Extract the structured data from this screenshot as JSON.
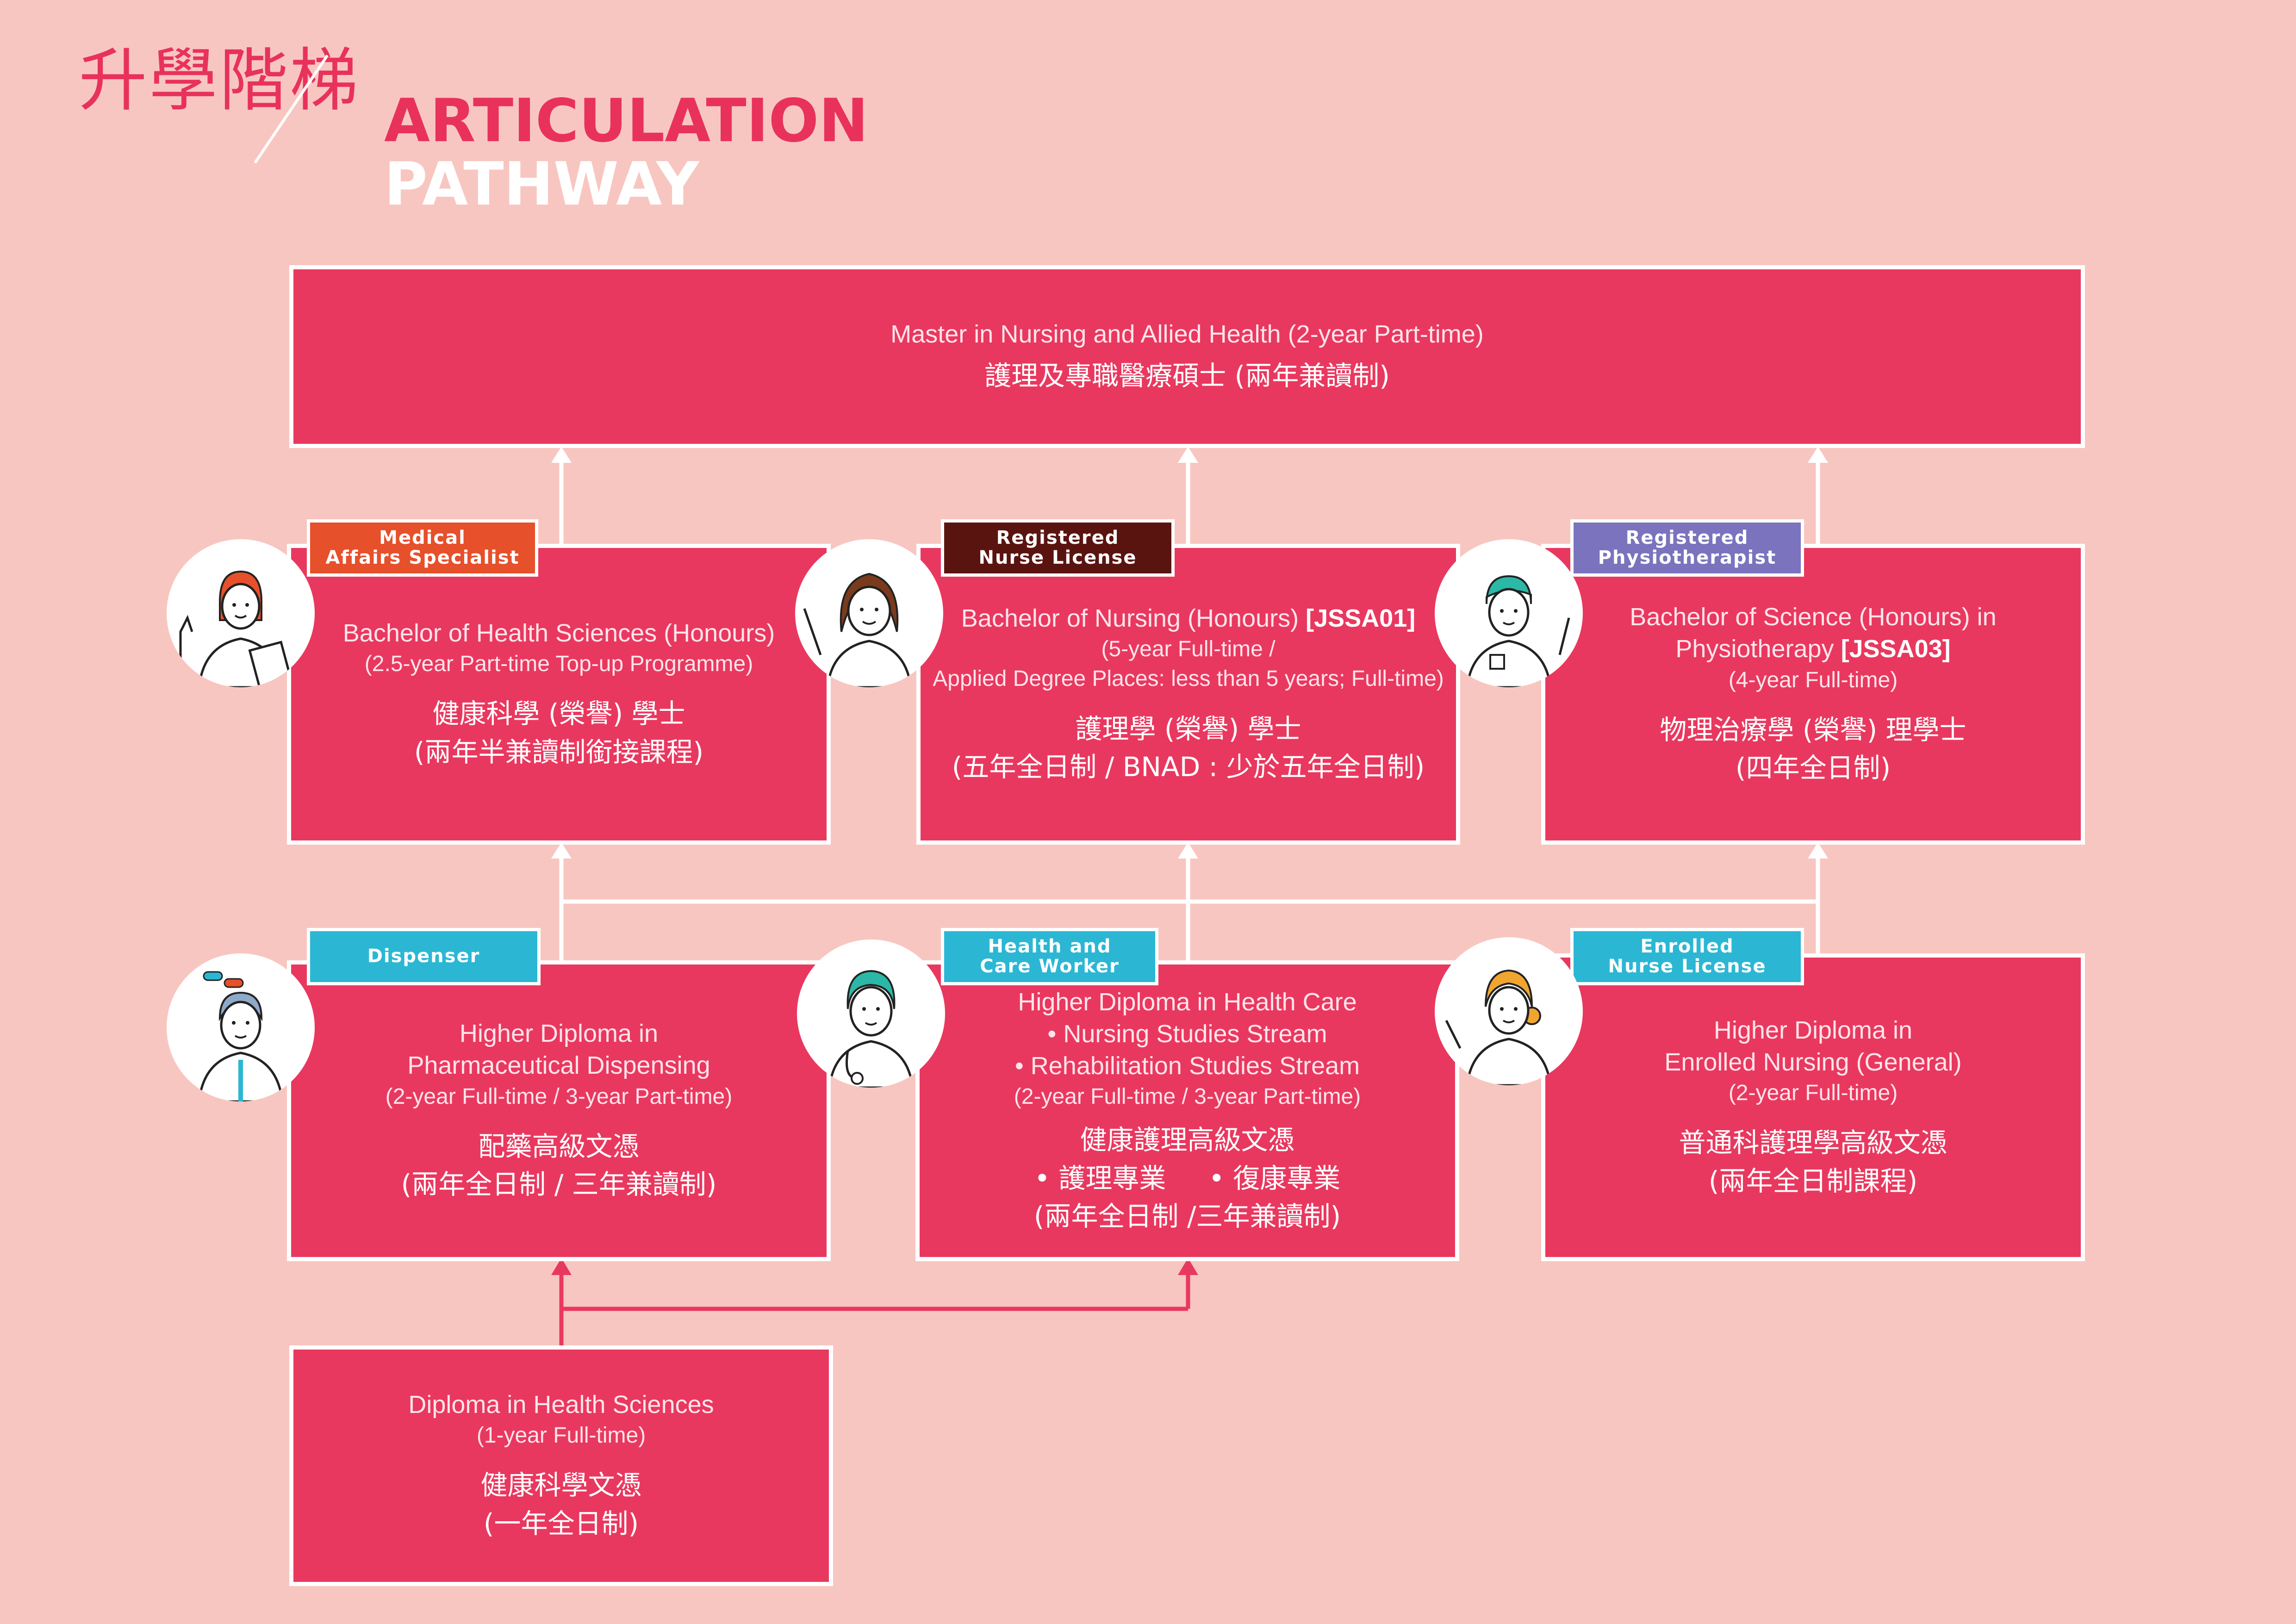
{
  "header": {
    "title_zh": "升學階梯",
    "title_en_line1": "ARTICULATION",
    "title_en_line2": "PATHWAY"
  },
  "colors": {
    "background": "#f8c6c0",
    "box": "#e9385f",
    "tag_medical": "#e6502b",
    "tag_nurse": "#5a1410",
    "tag_physio": "#7b73bd",
    "tag_cyan": "#2bb7d4"
  },
  "master": {
    "en": "Master in Nursing and Allied Health (2-year Part-time)",
    "zh": "護理及專職醫療碩士 (兩年兼讀制)"
  },
  "bachelors": [
    {
      "tag_line1": "Medical",
      "tag_line2": "Affairs Specialist",
      "en1": "Bachelor of Health Sciences (Honours)",
      "en2": "(2.5-year Part-time Top-up Programme)",
      "zh1": "健康科學 (榮譽) 學士",
      "zh2": "(兩年半兼讀制銜接課程)",
      "icon": "doctor-with-clipboard-icon"
    },
    {
      "tag_line1": "Registered",
      "tag_line2": "Nurse License",
      "en1": "Bachelor of Nursing (Honours)",
      "code": "[JSSA01]",
      "en2": "(5-year Full-time /",
      "en3": "Applied Degree Places: less than 5 years; Full-time)",
      "zh1": "護理學 (榮譽) 學士",
      "zh2": "(五年全日制 / BNAD : 少於五年全日制)",
      "icon": "nurse-icon"
    },
    {
      "tag_line1": "Registered",
      "tag_line2": "Physiotherapist",
      "en1": "Bachelor of Science (Honours) in",
      "en2": "Physiotherapy",
      "code": "[JSSA03]",
      "en3": "(4-year Full-time)",
      "zh1": "物理治療學 (榮譽) 理學士",
      "zh2": "(四年全日制)",
      "icon": "physiotherapist-icon"
    }
  ],
  "diplomas": [
    {
      "tag_line1": "Dispenser",
      "en1": "Higher Diploma in",
      "en2": "Pharmaceutical Dispensing",
      "en3": "(2-year Full-time / 3-year Part-time)",
      "zh1": "配藥高級文憑",
      "zh2": "(兩年全日制 / 三年兼讀制)",
      "icon": "dispenser-icon"
    },
    {
      "tag_line1": "Health and",
      "tag_line2": "Care Worker",
      "en1": "Higher Diploma in Health Care",
      "en2": "• Nursing Studies Stream",
      "en3": "• Rehabilitation Studies Stream",
      "en4": "(2-year Full-time / 3-year Part-time)",
      "zh1": "健康護理高級文憑",
      "zh2": "• 護理專業     • 復康專業",
      "zh3": "(兩年全日制 /三年兼讀制)",
      "icon": "care-worker-icon"
    },
    {
      "tag_line1": "Enrolled",
      "tag_line2": "Nurse License",
      "en1": "Higher Diploma in",
      "en2": "Enrolled Nursing (General)",
      "en3": "(2-year Full-time)",
      "zh1": "普通科護理學高級文憑",
      "zh2": "(兩年全日制課程)",
      "icon": "enrolled-nurse-icon"
    }
  ],
  "foundation": {
    "en1": "Diploma in Health Sciences",
    "en2": "(1-year Full-time)",
    "zh1": "健康科學文憑",
    "zh2": "(一年全日制)"
  }
}
